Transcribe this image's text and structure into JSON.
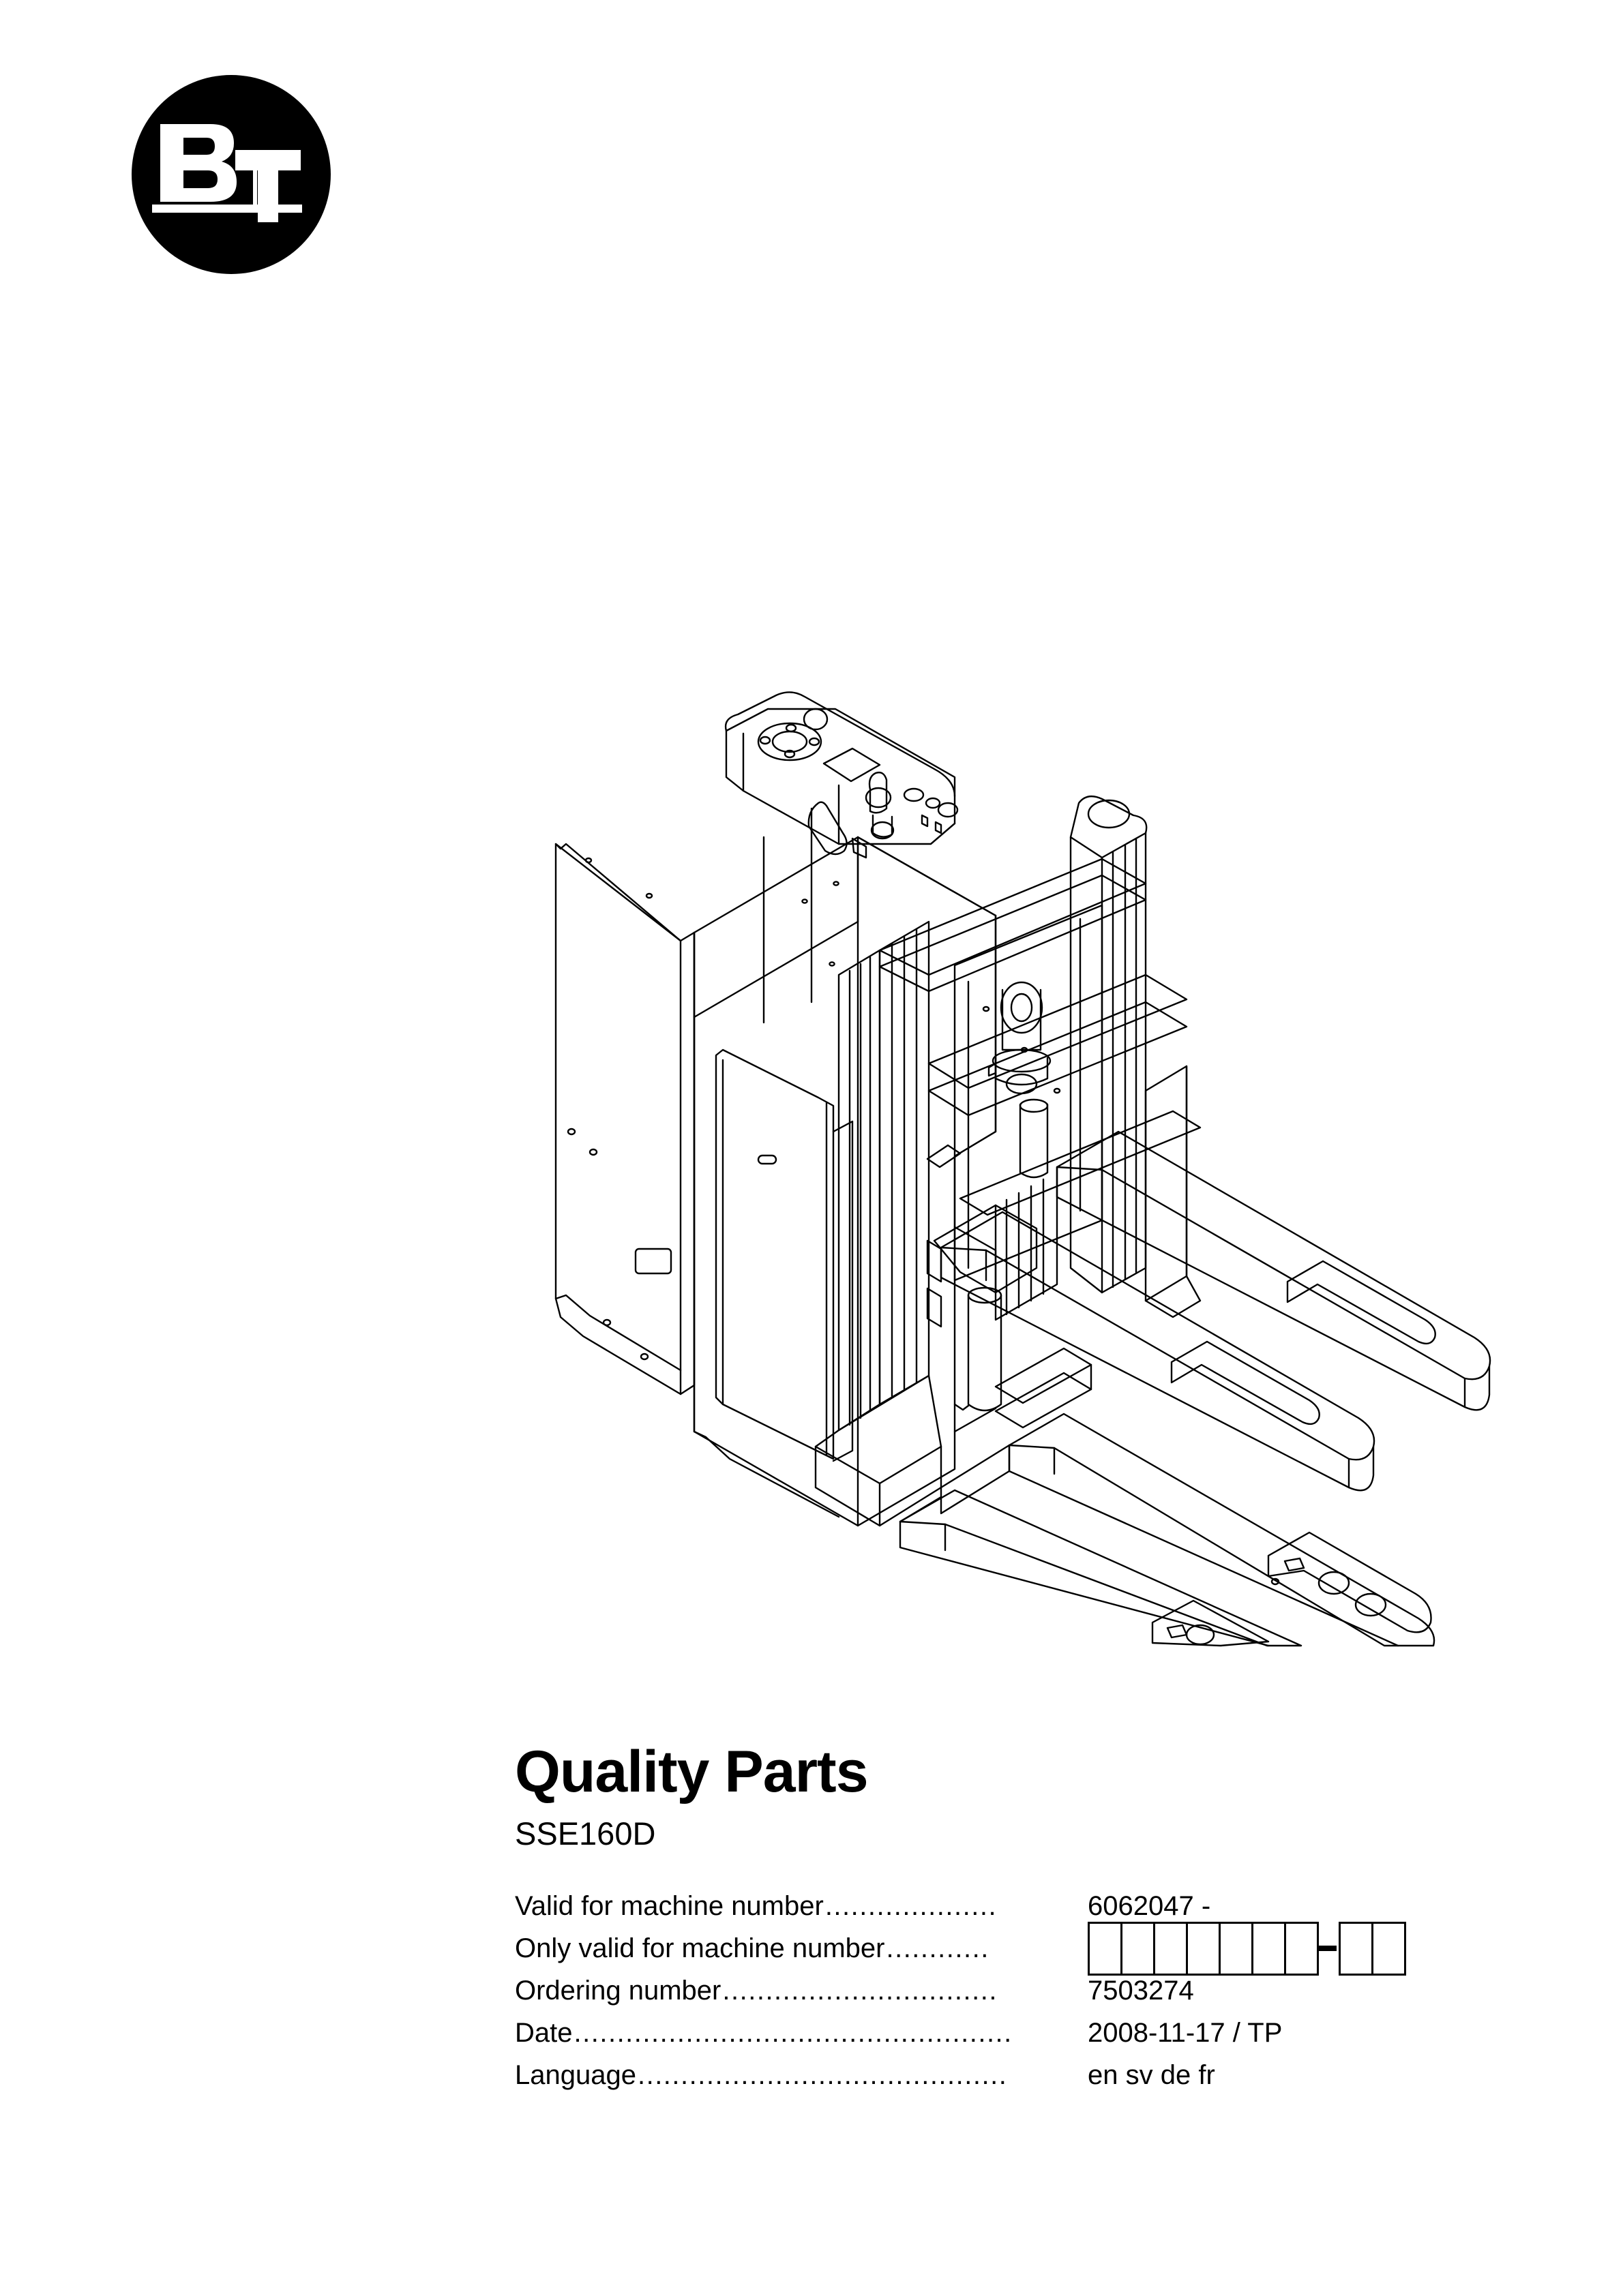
{
  "brand": {
    "logo_name": "bt-logo",
    "letters": [
      "B",
      "T"
    ]
  },
  "figure": {
    "name": "forklift-stacker-line-drawing",
    "description": "Isometric technical line drawing of a BT SSE160D electric pallet stacker with mast, tiller control head, battery compartment and two pairs of forks"
  },
  "title_block": {
    "title": "Quality Parts",
    "model": "SSE160D",
    "rows": [
      {
        "label": "Valid for machine number",
        "leader": "....................",
        "value": "6062047 -",
        "type": "text"
      },
      {
        "label": "Only valid for machine number",
        "leader": "............",
        "value": "",
        "type": "boxes",
        "boxes_before_dash": 7,
        "boxes_after_dash": 2
      },
      {
        "label": "Ordering number ",
        "leader": "................................",
        "value": "7503274",
        "type": "text"
      },
      {
        "label": "Date ",
        "leader": "...................................................",
        "value": "2008-11-17 / TP",
        "type": "text"
      },
      {
        "label": "Language",
        "leader": "...........................................",
        "value": " en sv de fr",
        "type": "text"
      }
    ]
  },
  "colors": {
    "ink": "#000000",
    "paper": "#ffffff"
  }
}
